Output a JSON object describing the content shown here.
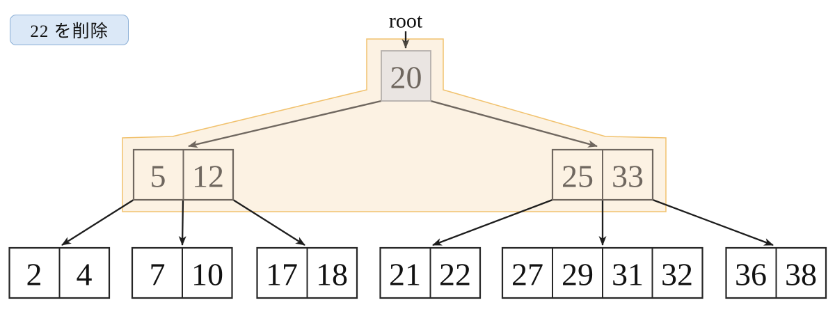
{
  "annotation": {
    "label": "22 を削除"
  },
  "root_pointer": {
    "label": "root"
  },
  "tree": {
    "type": "b-tree",
    "operation": "delete 22",
    "root": {
      "keys": [
        "20"
      ],
      "highlighted": true
    },
    "internal": [
      {
        "keys": [
          "5",
          "12"
        ],
        "highlighted": true
      },
      {
        "keys": [
          "25",
          "33"
        ],
        "highlighted": true
      }
    ],
    "leaves": [
      {
        "keys": [
          "2",
          "4"
        ]
      },
      {
        "keys": [
          "7",
          "10"
        ]
      },
      {
        "keys": [
          "17",
          "18"
        ]
      },
      {
        "keys": [
          "21",
          "22"
        ]
      },
      {
        "keys": [
          "27",
          "29",
          "31",
          "32"
        ]
      },
      {
        "keys": [
          "36",
          "38"
        ]
      }
    ]
  },
  "colors": {
    "highlight_fill": "#fcf2e3",
    "highlight_border": "#f1c26e",
    "path_gray": "#6f675f",
    "root_box_fill": "#eae5e2",
    "root_box_border": "#b5b0ac",
    "leaf_border": "#262626",
    "leaf_text": "#111111",
    "badge_fill": "#dbe8f7",
    "badge_border": "#8aaed6"
  }
}
